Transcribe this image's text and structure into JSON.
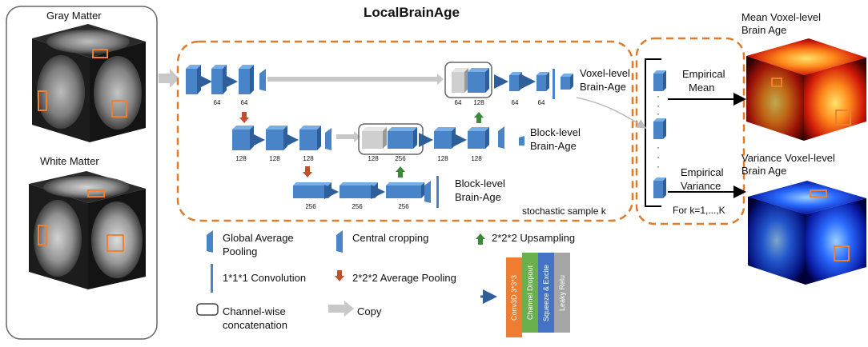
{
  "title": "LocalBrainAge",
  "inputs": {
    "gray_matter": "Gray Matter",
    "white_matter": "White Matter"
  },
  "outputs": {
    "mean_label": "Mean Voxel-level\nBrain Age",
    "mean_line1": "Mean Voxel-level",
    "mean_line2": "Brain Age",
    "variance_line1": "Variance Voxel-level",
    "variance_line2": "Brain Age"
  },
  "network": {
    "level1": {
      "channels_left": [
        "64",
        "64"
      ],
      "concat": [
        "64",
        "128"
      ],
      "channels_right": [
        "64",
        "64"
      ],
      "output_line1": "Voxel-level",
      "output_line2": "Brain-Age"
    },
    "level2": {
      "channels_left": [
        "128",
        "128",
        "128"
      ],
      "concat": [
        "128",
        "256"
      ],
      "channels_right": [
        "128",
        "128"
      ],
      "output_line1": "Block-level",
      "output_line2": "Brain-Age"
    },
    "level3": {
      "channels": [
        "256",
        "256",
        "256"
      ],
      "output_line1": "Block-level",
      "output_line2": "Brain-Age"
    },
    "stochastic_label": "stochastic sample k"
  },
  "sampling": {
    "empirical_mean_line1": "Empirical",
    "empirical_mean_line2": "Mean",
    "empirical_var_line1": "Empirical",
    "empirical_var_line2": "Variance",
    "range_label": "For k=1,...,K",
    "dots": "·"
  },
  "legend": {
    "gap_line1": "Global Average",
    "gap_line2": "Pooling",
    "conv1": "1*1*1 Convolution",
    "concat_line1": "Channel-wise",
    "concat_line2": "concatenation",
    "central_cropping": "Central cropping",
    "avg_pooling": "2*2*2 Average Pooling",
    "copy": "Copy",
    "upsampling": "2*2*2 Upsampling",
    "block_layers": [
      "Conv3D 3*3*3",
      "Channel Dropout",
      "Squeeze & Excite",
      "Leaky Relu"
    ]
  },
  "colors": {
    "block_blue": "#4a84c8",
    "block_light": "#78aee6",
    "block_dark": "#2f5f98",
    "dashed_orange": "#e07b2a",
    "down_arrow": "#c0522b",
    "up_arrow": "#3a8a3a",
    "copy_gray": "#c8c8c8",
    "legend_orange": "#ef7d31",
    "legend_green": "#6ab04c",
    "legend_blue": "#4472c4",
    "legend_gray": "#a5a5a5"
  }
}
